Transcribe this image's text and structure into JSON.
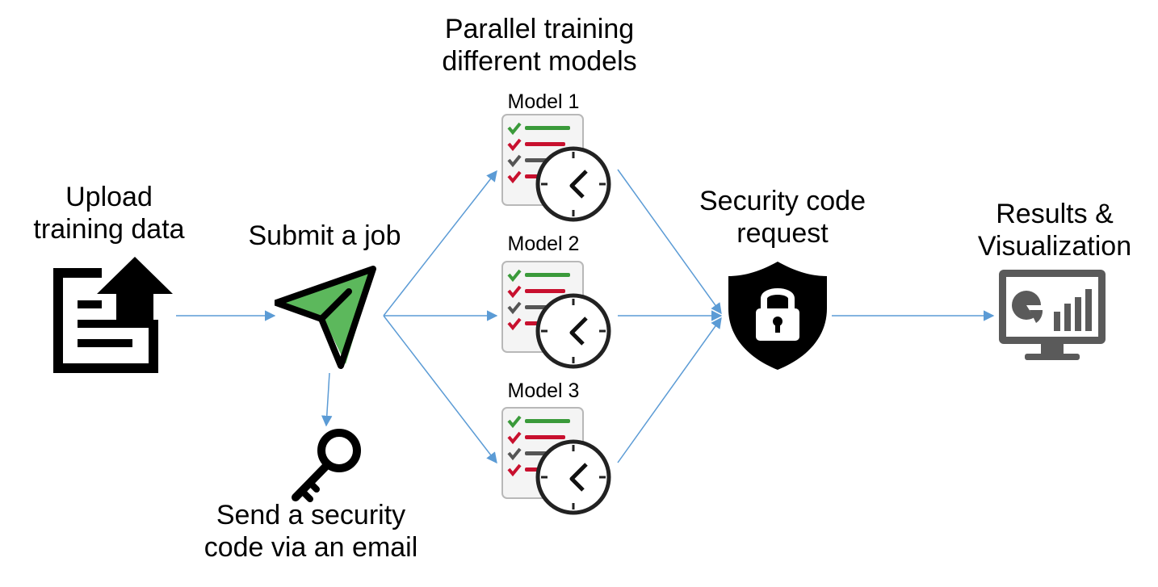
{
  "steps": {
    "upload": {
      "line1": "Upload",
      "line2": "training data"
    },
    "submit": {
      "label": "Submit a job"
    },
    "parallel": {
      "line1": "Parallel training",
      "line2": "different models"
    },
    "models": [
      {
        "label": "Model 1"
      },
      {
        "label": "Model 2"
      },
      {
        "label": "Model 3"
      }
    ],
    "security_request": {
      "line1": "Security code",
      "line2": "request"
    },
    "results": {
      "line1": "Results &",
      "line2": "Visualization"
    },
    "email": {
      "line1": "Send a security",
      "line2": "code via an email"
    }
  },
  "colors": {
    "arrow": "#5b9bd5",
    "plane_fill": "#5cb85c",
    "check_green": "#3a9a3a",
    "check_red": "#c8102e",
    "check_dark": "#555555",
    "monitor": "#5a5a5a"
  },
  "icons": [
    "upload-document-icon",
    "paper-plane-icon",
    "checklist-clock-icon",
    "key-icon",
    "shield-lock-icon",
    "monitor-chart-icon"
  ]
}
